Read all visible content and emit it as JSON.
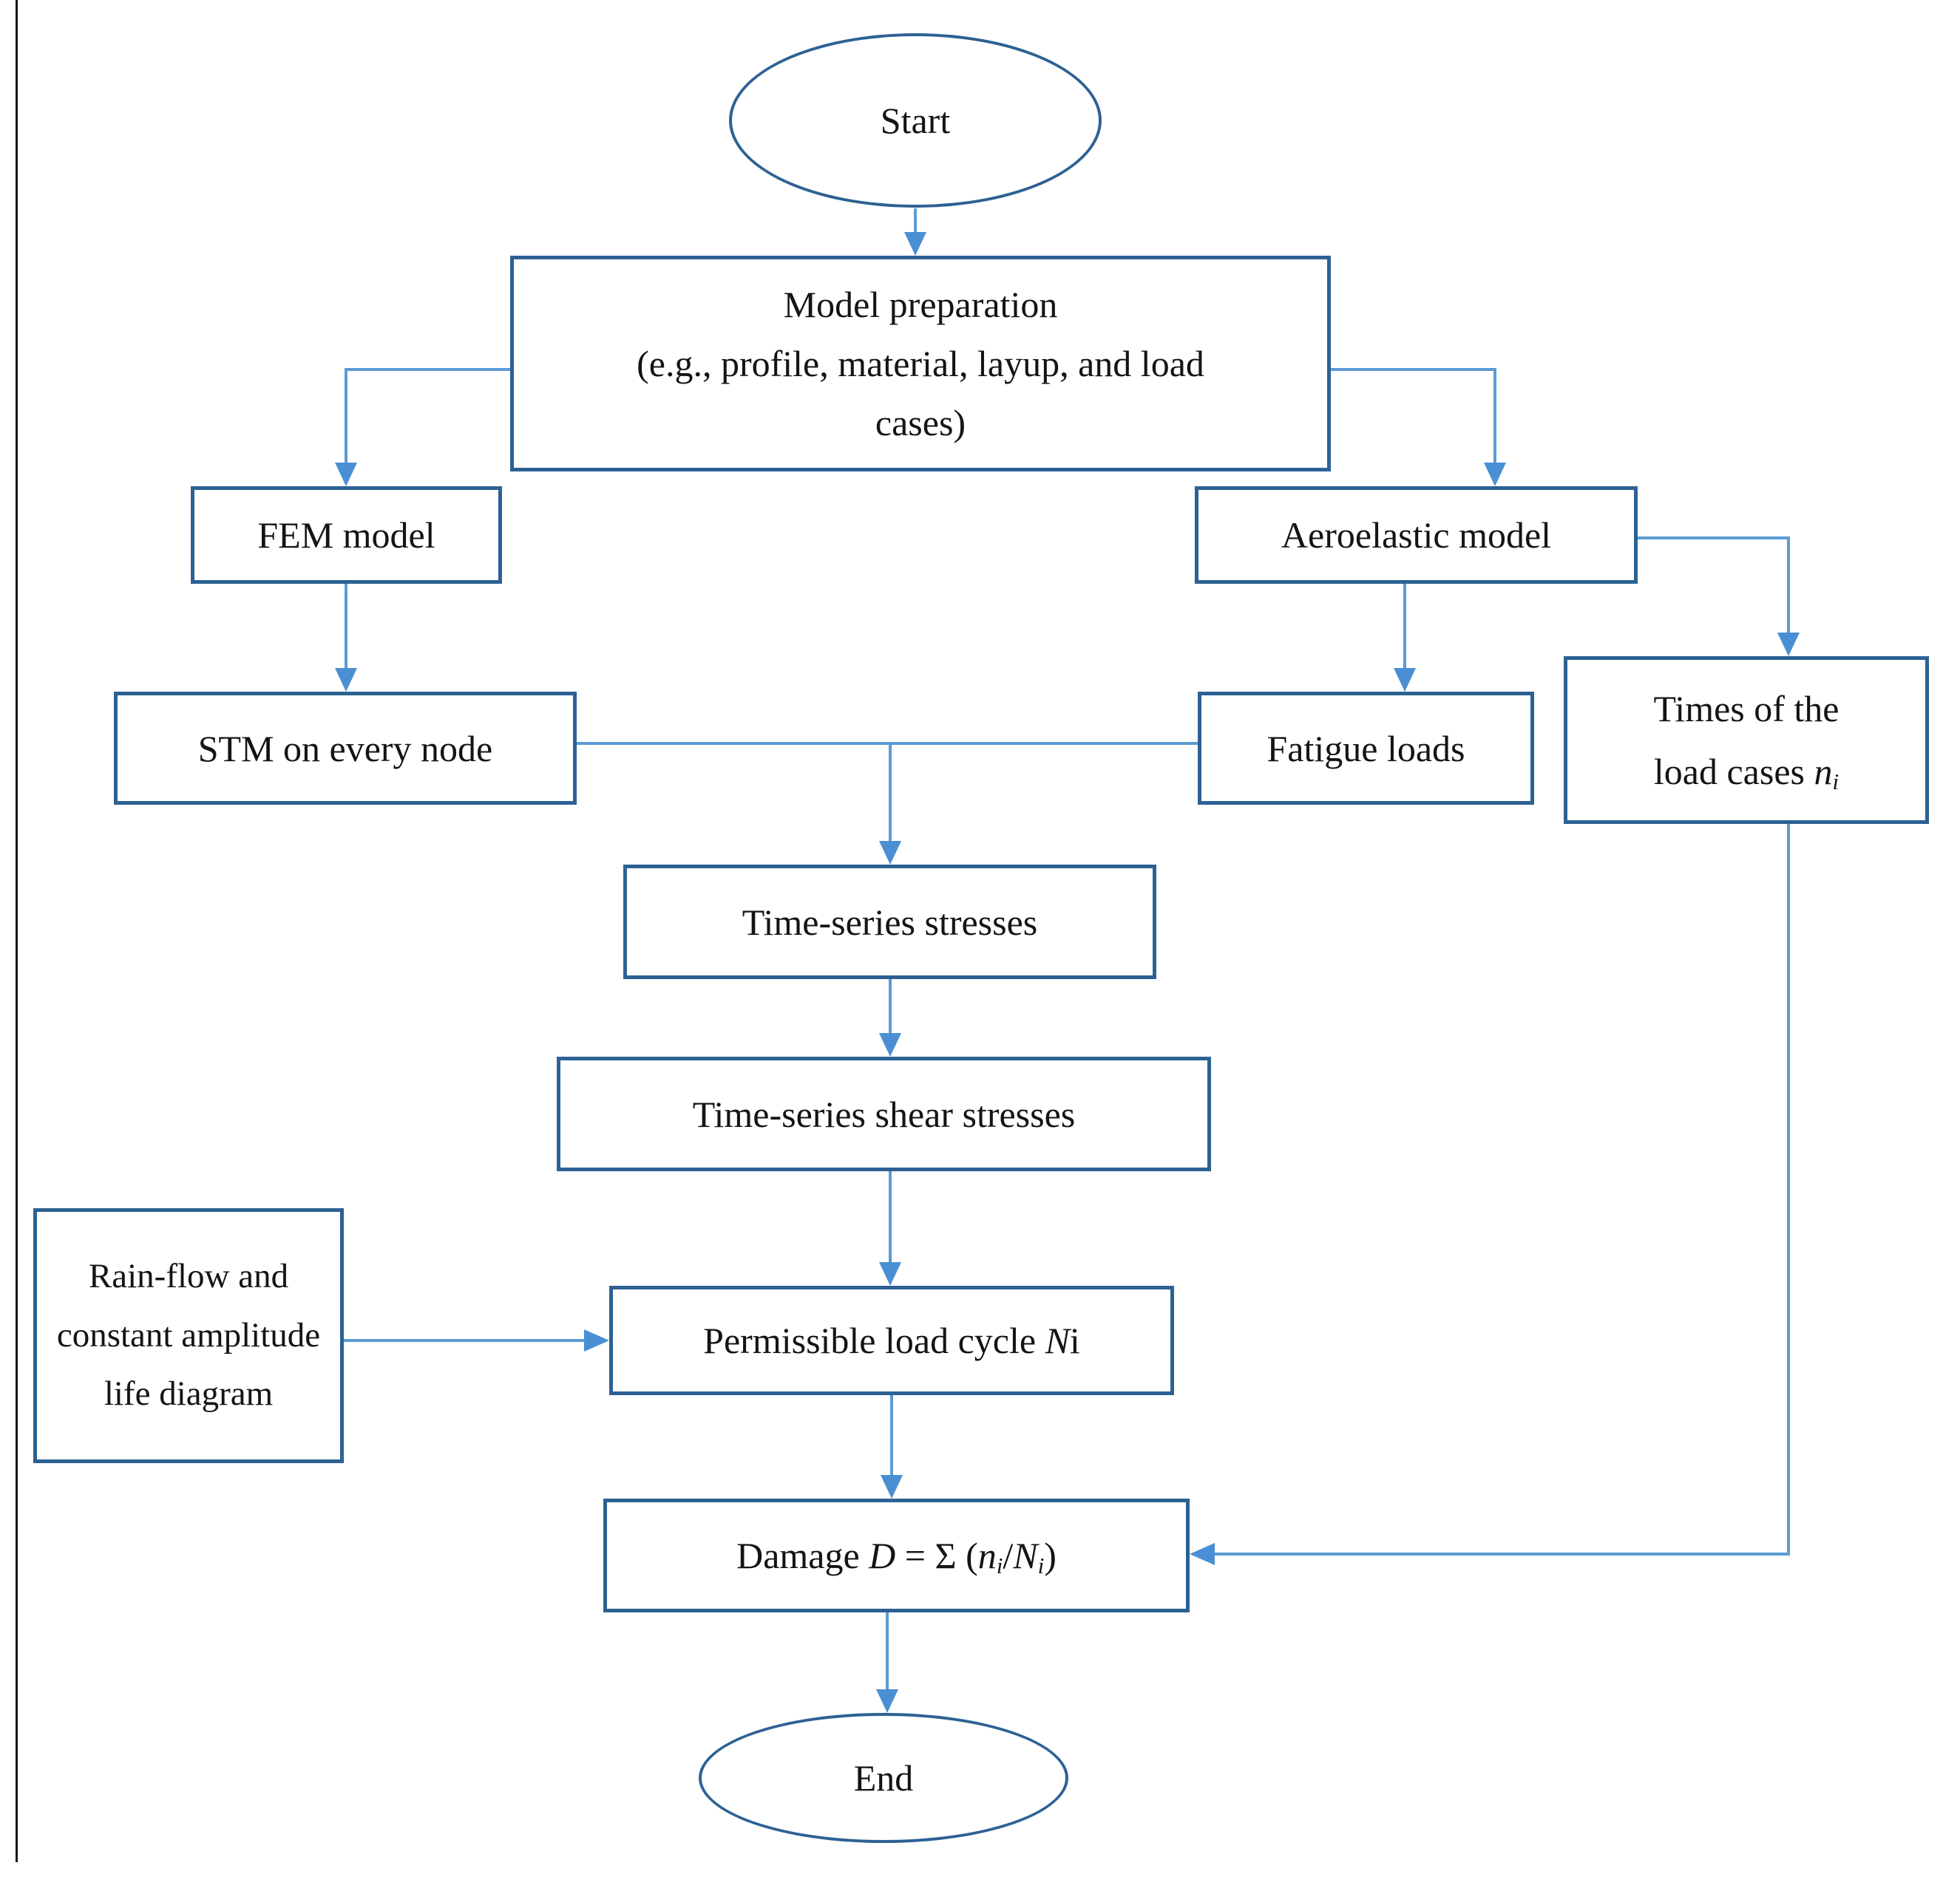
{
  "palette": {
    "page_bg": "#ffffff",
    "node_border": "#2d6194",
    "connector": "#5b9bd5",
    "arrowhead": "#4a8fd3",
    "text": "#141414",
    "scan_line": "#151515"
  },
  "flowchart": {
    "nodes": {
      "start": {
        "label": "Start"
      },
      "model_prep": {
        "line1": "Model preparation",
        "line2": "(e.g., profile, material, layup, and load",
        "line3": "cases)"
      },
      "fem": {
        "label": "FEM model"
      },
      "aero": {
        "label": "Aeroelastic model"
      },
      "stm": {
        "label": "STM on every node"
      },
      "fatigue": {
        "label": "Fatigue loads"
      },
      "times": {
        "line1": "Times of the",
        "line2_prefix": "load cases ",
        "line2_var": "n",
        "line2_sub": "i"
      },
      "ts_stress": {
        "label": "Time-series stresses"
      },
      "ts_shear": {
        "label": "Time-series shear stresses"
      },
      "rainflow": {
        "line1": "Rain-flow and",
        "line2": "constant amplitude",
        "line3": "life diagram"
      },
      "permissible": {
        "prefix": "Permissible load cycle ",
        "var": "N",
        "suffix": "i"
      },
      "damage": {
        "p1": "Damage ",
        "d_var": "D",
        "p2": " = Σ (",
        "n_var": "n",
        "sub1": "i",
        "slash": "/",
        "N_var": "N",
        "sub2": "i",
        "p3": ")"
      },
      "end": {
        "label": "End"
      }
    }
  }
}
